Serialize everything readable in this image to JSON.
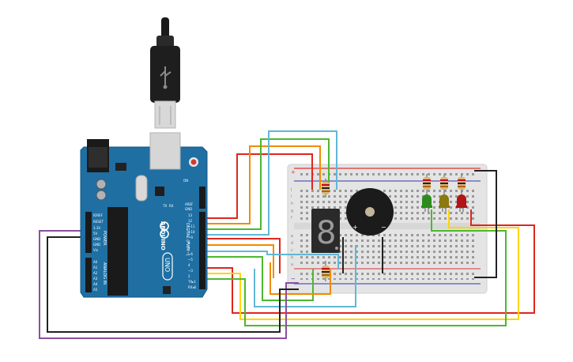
{
  "arduino": {
    "brand": "ARDUINO",
    "model": "UNO",
    "digital_label": "DIGITAL (PWM~)",
    "power_label": "POWER",
    "analog_label": "ANALOG IN",
    "gnd_label": "GND",
    "aref_label": "AREF",
    "on_label": "ON",
    "tx_label": "TX",
    "rx_label": "RX",
    "digital_pins": [
      "13",
      "12",
      "~11",
      "~10",
      "~9",
      "8",
      "7",
      "~6",
      "~5",
      "4",
      "~3",
      "2",
      "TX▸1",
      "RX◂0"
    ],
    "power_pins": [
      "IOREF",
      "RESET",
      "3.3V",
      "5V",
      "GND",
      "GND",
      "Vin"
    ],
    "analog_pins": [
      "A0",
      "A1",
      "A2",
      "A3",
      "A4",
      "A5"
    ]
  },
  "display": {
    "digit": "8"
  },
  "buzzer": {
    "plus": "+",
    "minus": "−"
  },
  "breadboard": {
    "rail_plus": "+",
    "rail_minus": "−",
    "row_letters": [
      "j",
      "i",
      "h",
      "g",
      "f",
      "e",
      "d",
      "c",
      "b",
      "a"
    ]
  },
  "leds": [
    {
      "color": "#2e8b1e"
    },
    {
      "color": "#8a7a10"
    },
    {
      "color": "#b11515"
    }
  ],
  "wire_colors": {
    "red": "#e0261d",
    "orange": "#f08c00",
    "yellow": "#ffd400",
    "green": "#4cb830",
    "lightblue": "#5fb8d8",
    "purple": "#8a4fa0",
    "black": "#222222"
  }
}
